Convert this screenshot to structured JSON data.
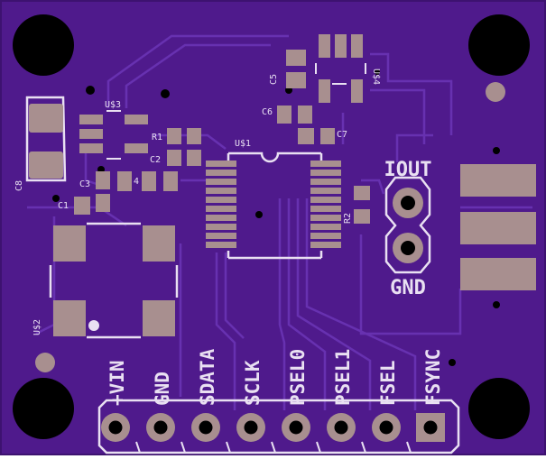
{
  "board": {
    "colors": {
      "substrate": "#4f1a8c",
      "trace": "#5e2aa6",
      "silk": "#e9e0f2",
      "pad": "#a88f8f",
      "hole": "#000000"
    }
  },
  "headers": {
    "pins": [
      "+VIN",
      "GND",
      "SDATA",
      "SCLK",
      "PSEL0",
      "PSEL1",
      "FSEL",
      "FSYNC"
    ]
  },
  "output": {
    "top_label": "IOUT",
    "bottom_label": "GND"
  },
  "refdes": {
    "u1": "U$1",
    "u2": "U$2",
    "u3": "U$3",
    "u4": "U$4",
    "c1": "C1",
    "c2": "C2",
    "c3": "C3",
    "c4": "4",
    "c5": "C5",
    "c6": "C6",
    "c7": "C7",
    "c8": "C8",
    "r1": "R1",
    "r2": "R2"
  }
}
